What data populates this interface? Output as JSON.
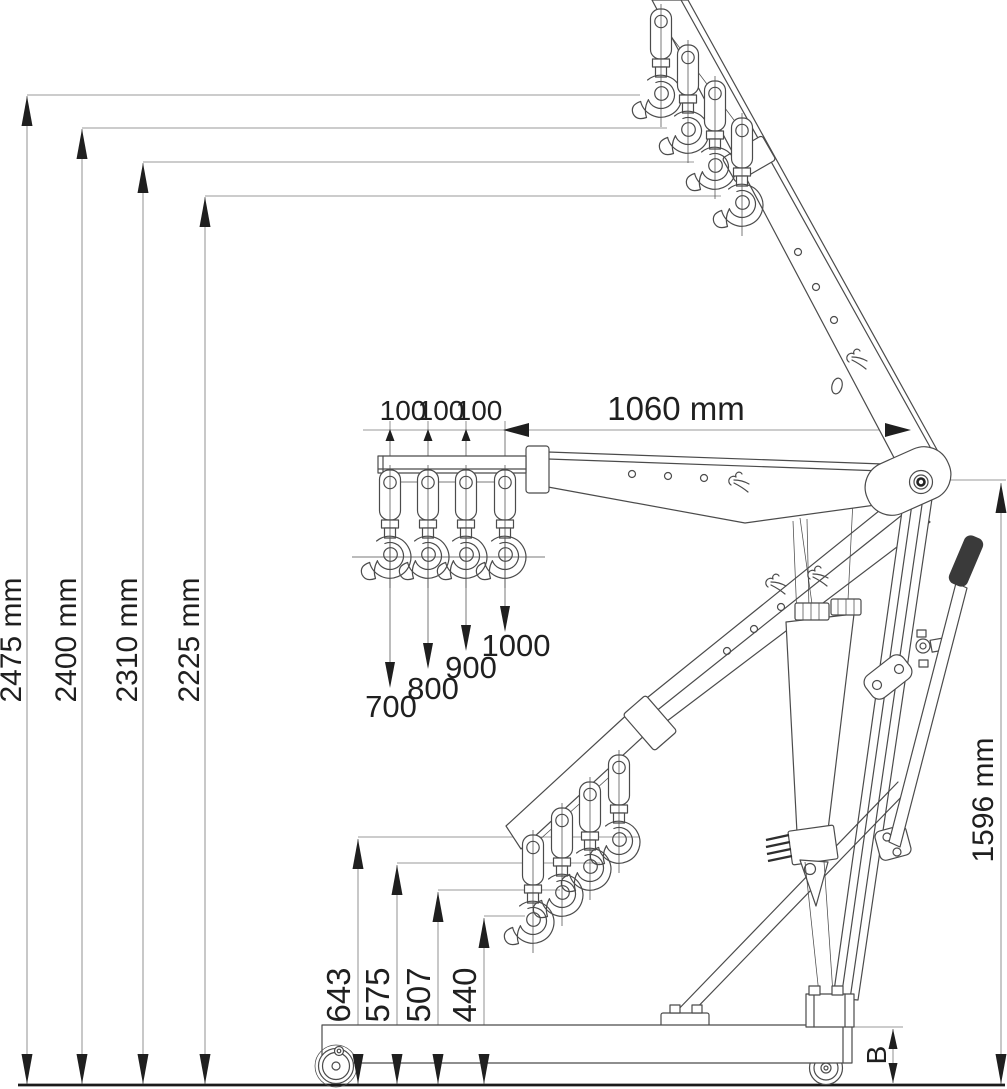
{
  "dims": {
    "raised_heights": [
      "2475 mm",
      "2400 mm",
      "2310 mm",
      "2225 mm"
    ],
    "hook_spacing": [
      "100",
      "100",
      "100"
    ],
    "boom_length": "1060 mm",
    "reach_marks": [
      "700",
      "800",
      "900",
      "1000"
    ],
    "pivot_height": "1596 mm",
    "lowered_heights": [
      "643",
      "575",
      "507",
      "440"
    ],
    "base_clearance": "B"
  },
  "colors": {
    "line": "#4b4b4b",
    "dimension_line": "#9a9a9a",
    "text": "#1f1f1f"
  }
}
